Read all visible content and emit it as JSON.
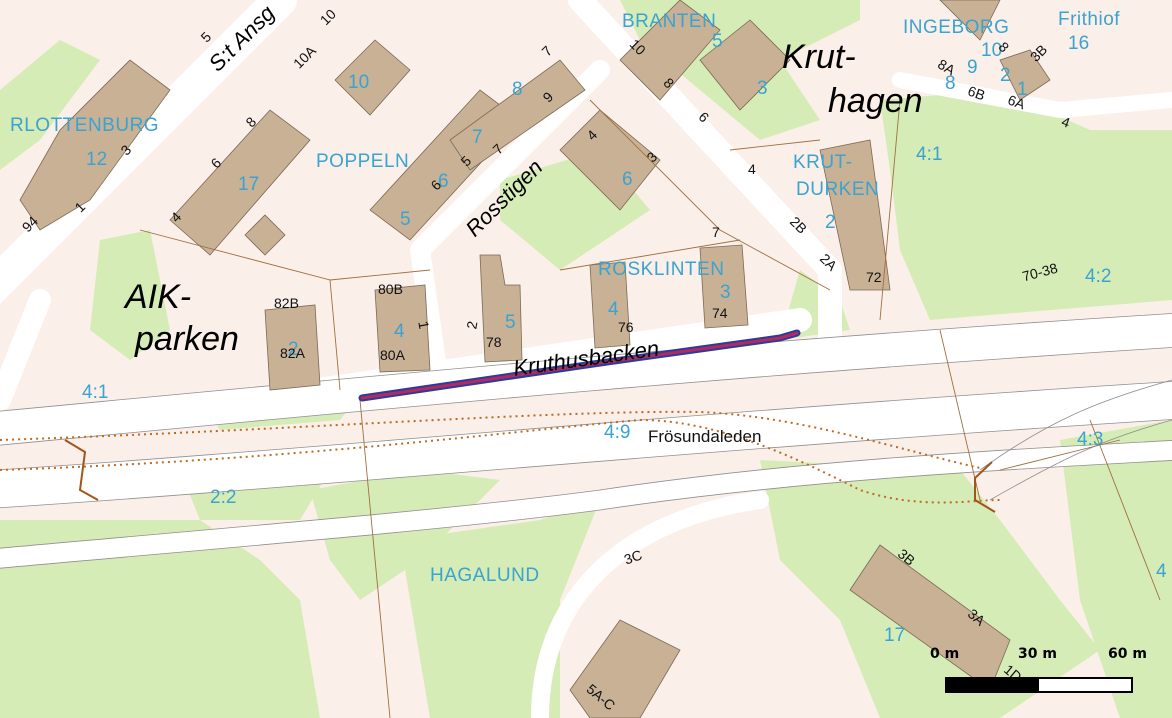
{
  "map": {
    "colors": {
      "background": "#fbefe9",
      "park": "#d6ecb6",
      "building": "#c8b194",
      "road": "#ffffff",
      "route": "#b32a5e",
      "label_blue": "#3aa3cf",
      "boundary": "#a07040",
      "path_dotted": "#c06a20"
    },
    "area_labels": [
      "RLOTTENBURG",
      "POPPELN",
      "BRANTEN",
      "INGEBORG",
      "Frithiof",
      "KRUT-",
      "DURKEN",
      "ROSKLINTEN",
      "HAGALUND"
    ],
    "place_labels": [
      "Krut-",
      "hagen",
      "AIK-",
      "parken"
    ],
    "road_labels": [
      "S:t Ansg",
      "Rosstigen",
      "Kruthusbacken",
      "Frösundaleden"
    ],
    "zone_codes": [
      "4:1",
      "4:1",
      "4:2",
      "4:9",
      "4:3",
      "2:2",
      "4"
    ],
    "block_numbers": [
      "12",
      "17",
      "10",
      "8",
      "7",
      "6",
      "5",
      "4",
      "2",
      "3",
      "6",
      "2",
      "5",
      "4",
      "3",
      "17",
      "16",
      "10",
      "9",
      "2",
      "1",
      "8",
      "5"
    ],
    "address_numbers": [
      "94",
      "1",
      "3",
      "4",
      "6",
      "8",
      "10A",
      "10",
      "5",
      "7",
      "9",
      "4",
      "3",
      "5",
      "7",
      "6",
      "82B",
      "82A",
      "80B",
      "80A",
      "1",
      "2",
      "78",
      "76",
      "74",
      "7",
      "10",
      "8",
      "6",
      "4",
      "2B",
      "2A",
      "72",
      "70-38",
      "8",
      "3B",
      "8A",
      "6B",
      "6A",
      "4",
      "3C",
      "3B",
      "3A",
      "1D",
      "5A-C"
    ],
    "scale": {
      "labels": [
        "0 m",
        "30 m",
        "60 m"
      ]
    }
  }
}
